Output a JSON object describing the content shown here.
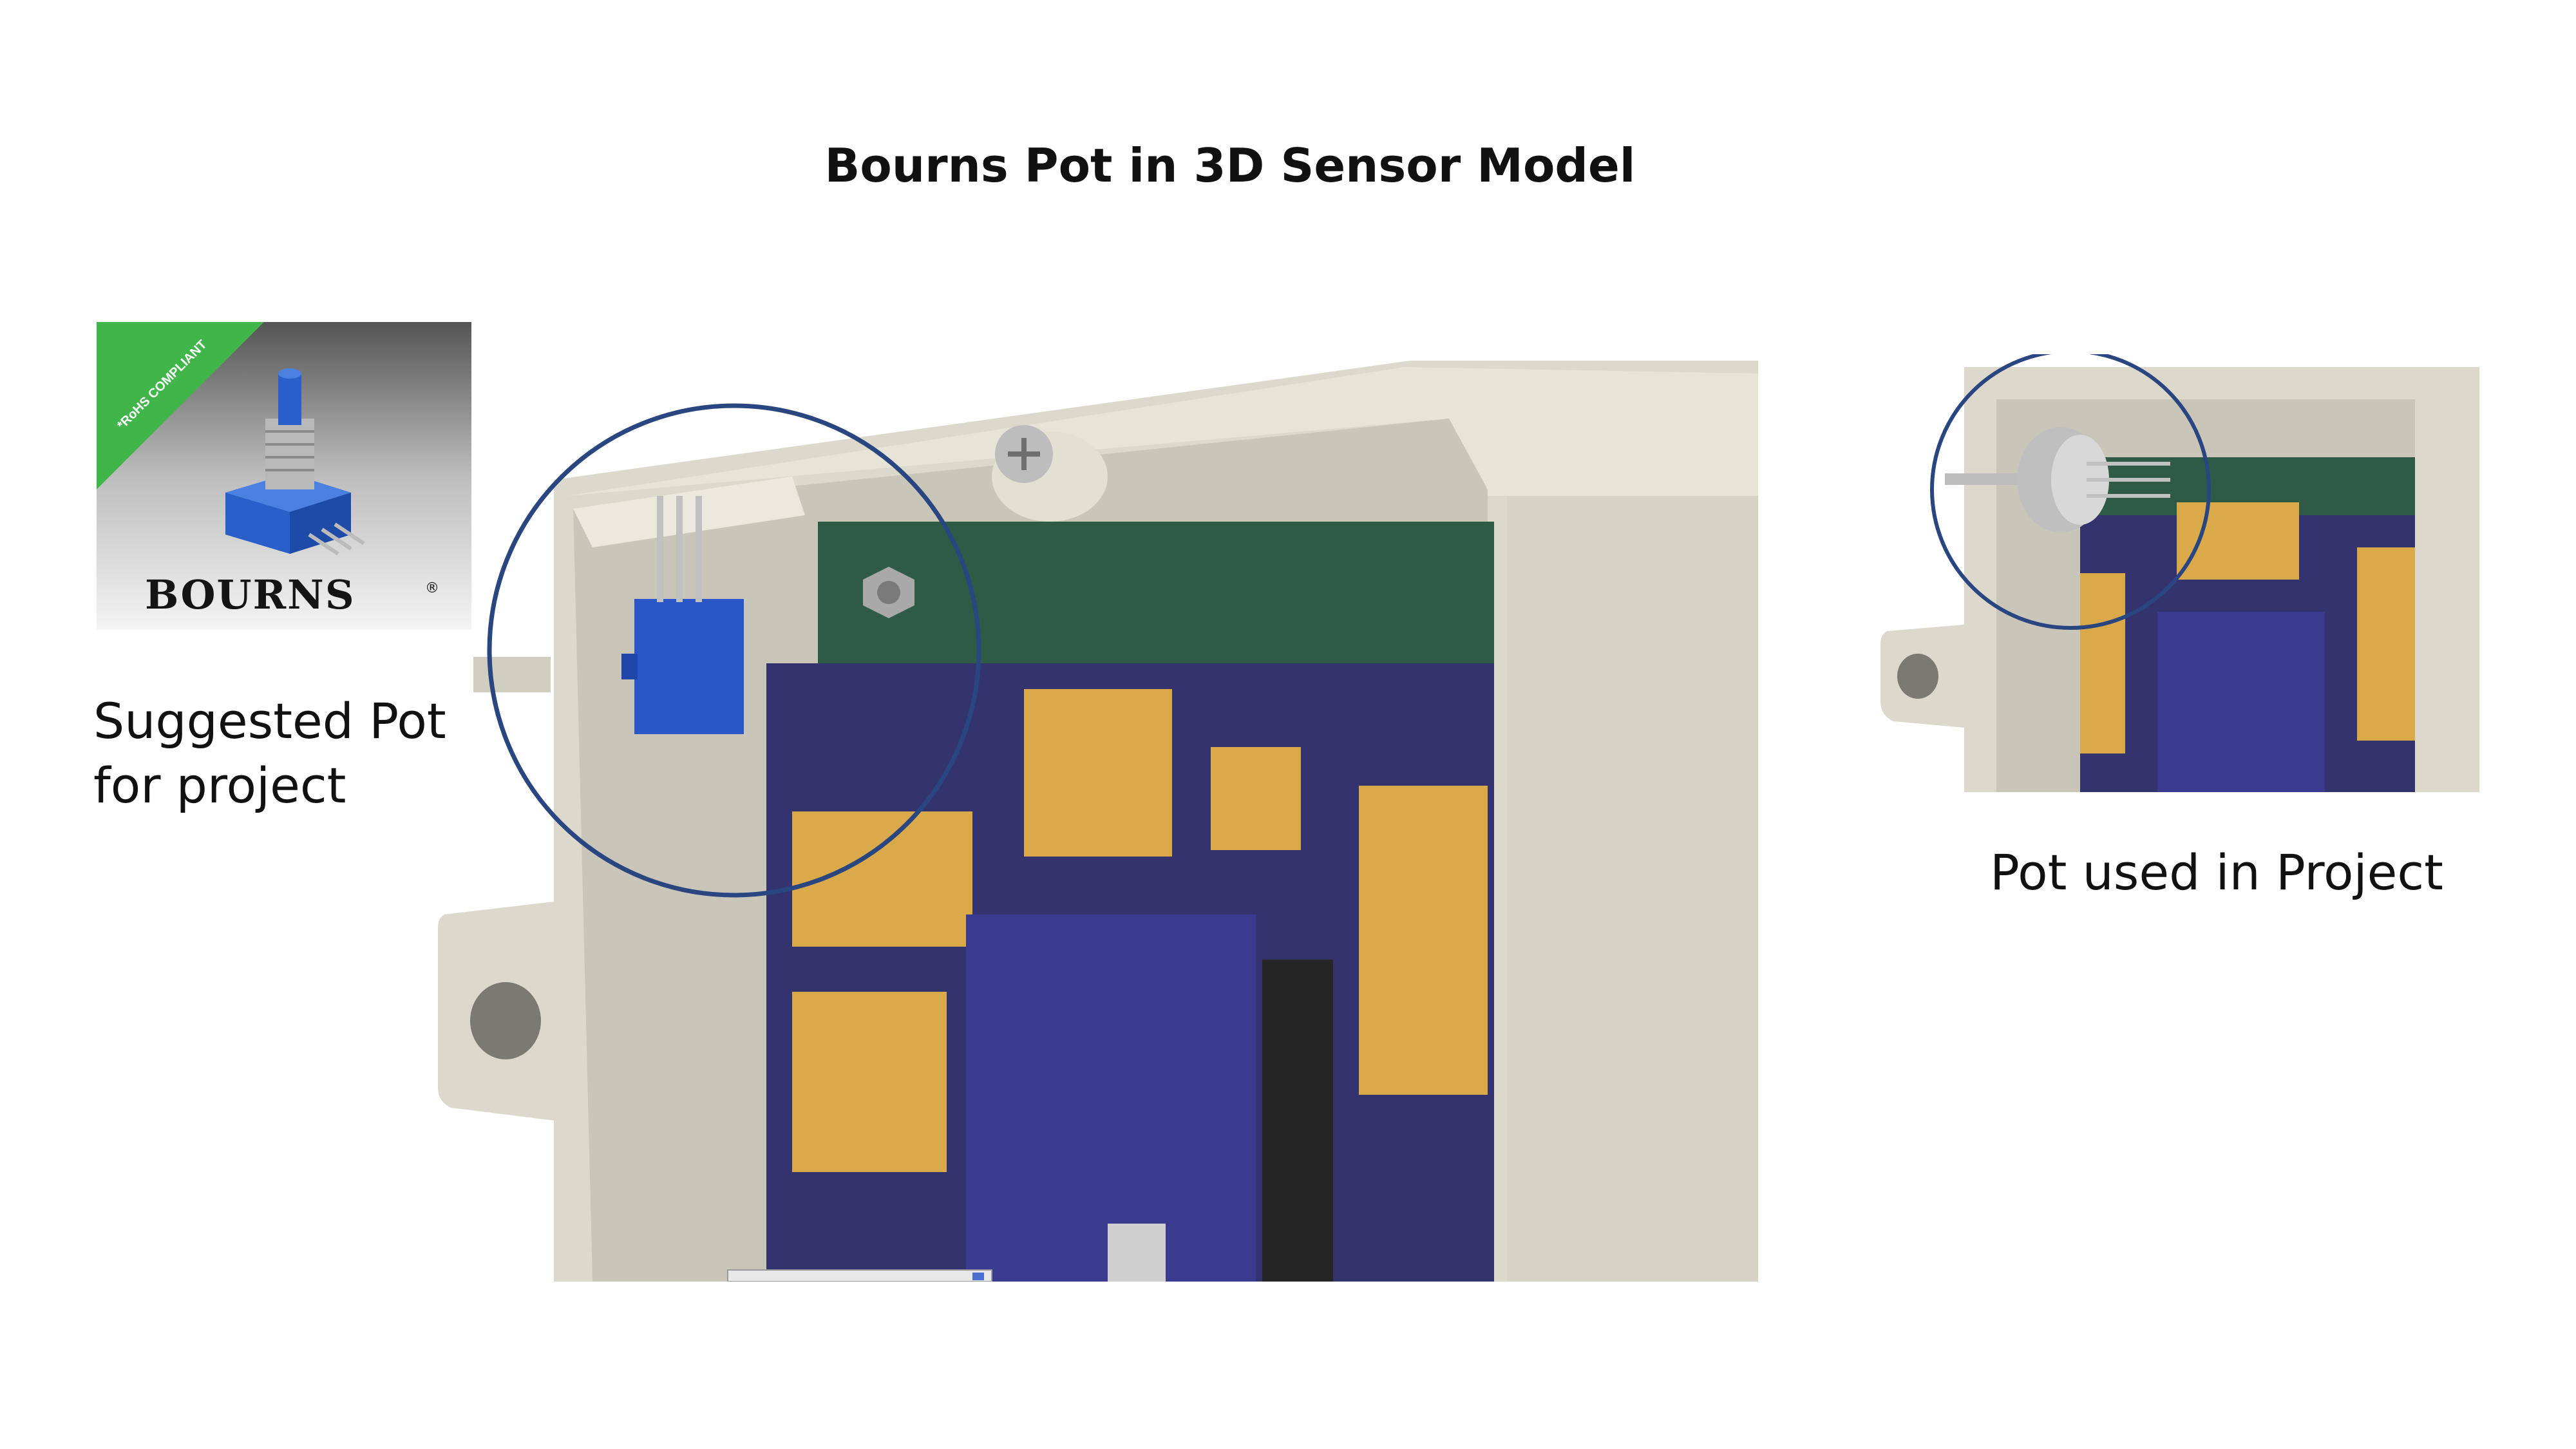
{
  "slide": {
    "title": "Bourns Pot in 3D Sensor Model",
    "left_caption_line1": "Suggested Pot",
    "left_caption_line2": "for project",
    "right_caption": "Pot used in Project"
  },
  "product_photo": {
    "badge_text": "*RoHS COMPLIANT",
    "brand_text": "BOURNS",
    "registered_mark": "®"
  },
  "colors": {
    "enclosure": "#dcd9cc",
    "enclosure_shadow": "#c2bfb2",
    "pcb_blue": "#33346e",
    "pcb_green": "#2f5a45",
    "header_gold": "#d9a94a",
    "pot_blue": "#2a56c8",
    "highlight_circle": "#2a4680",
    "rohs_green": "#3fb54a"
  }
}
